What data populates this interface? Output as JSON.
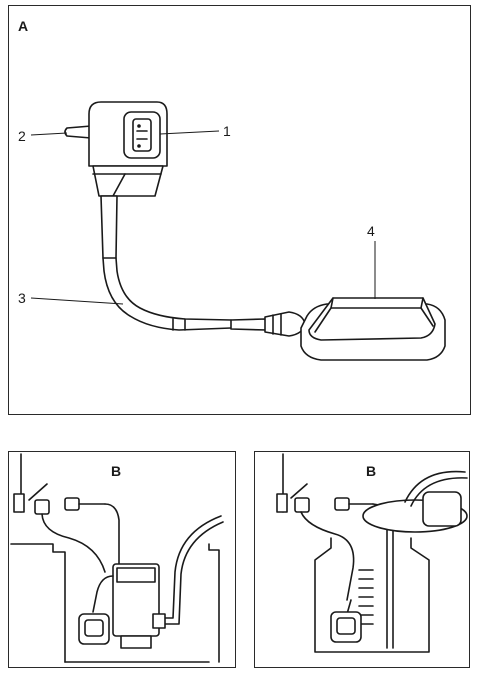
{
  "panel_a": {
    "letter": "A",
    "callouts": {
      "socket": "1",
      "plug": "2",
      "cable": "3",
      "float_switch": "4"
    }
  },
  "panel_b_left": {
    "letter": "B"
  },
  "panel_b_right": {
    "letter": "B"
  }
}
